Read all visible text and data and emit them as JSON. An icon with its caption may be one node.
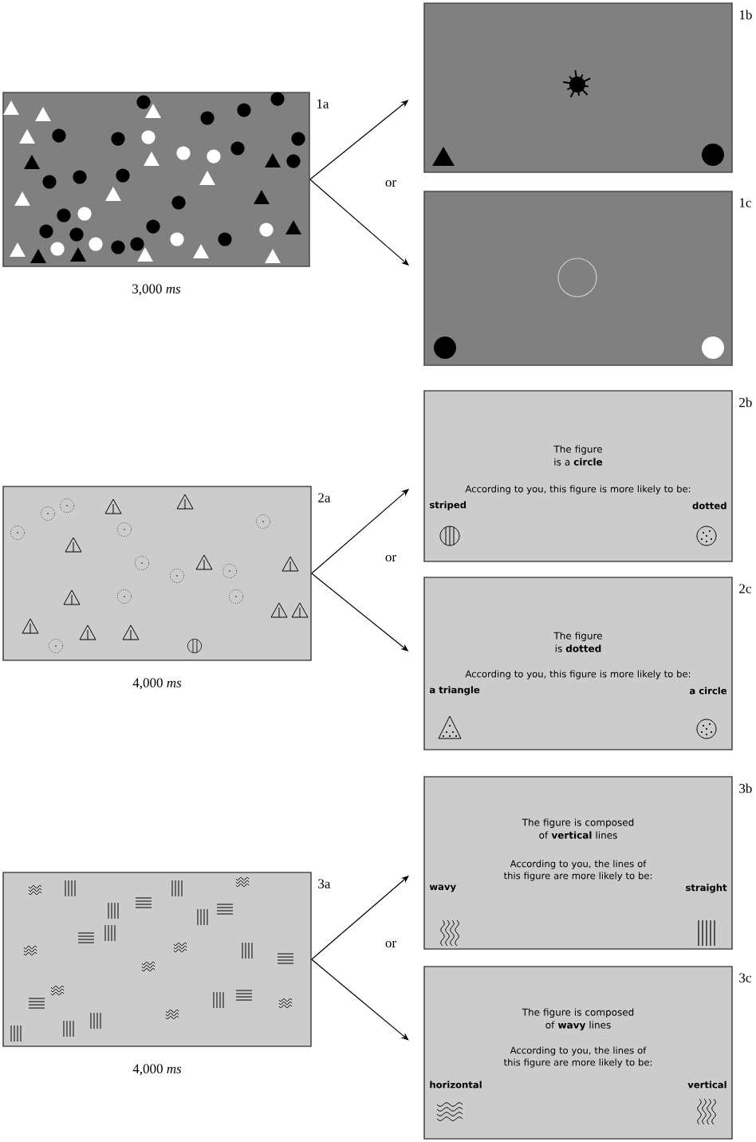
{
  "diagram": {
    "nodes": [
      {
        "text": [],
        "shape": "box",
        "beside": [
          "1a",
          "3,000 *ms*"
        ]
      },
      {
        "text": [],
        "shape": "box",
        "beside": [
          "1b"
        ]
      },
      {
        "text": [],
        "shape": "box",
        "beside": [
          "1c"
        ]
      },
      {
        "text": [],
        "shape": "box",
        "beside": [
          "2a",
          "4,000 *ms*"
        ]
      },
      {
        "text": [
          "The figure is a **circle**",
          "According to you, this figure is more likely to be:",
          "striped",
          "dotted"
        ],
        "beside": [
          "2b"
        ]
      },
      {
        "text": [
          "The figure is **dotted**",
          "According to you, this figure is more likely to be:",
          "a triangle",
          "a circle"
        ],
        "beside": [
          "2c"
        ]
      },
      {
        "text": [],
        "shape": "box",
        "beside": [
          "3a",
          "4,000 *ms*"
        ]
      },
      {
        "text": [
          "The figure is composed of **vertical** lines",
          "According to you, the lines of this figure are more likely to be:",
          "wavy",
          "straight"
        ],
        "beside": [
          "3b"
        ]
      },
      {
        "text": [
          "The figure is composed of **wavy** lines",
          "According to you, the lines of this figure are more likely to be:",
          "horizontal",
          "vertical"
        ],
        "beside": [
          "3c"
        ]
      }
    ],
    "edges": [
      {
        "from": 0,
        "to": 1,
        "arrow": "to"
      },
      {
        "from": 0,
        "to": 2,
        "arrow": "to"
      },
      {
        "from": 3,
        "to": 4,
        "arrow": "to"
      },
      {
        "from": 3,
        "to": 5,
        "arrow": "to"
      },
      {
        "from": 6,
        "to": 7,
        "arrow": "to"
      },
      {
        "from": 6,
        "to": 8,
        "arrow": "to"
      }
    ],
    "labels": [
      "or",
      "or",
      "or"
    ]
  }
}
